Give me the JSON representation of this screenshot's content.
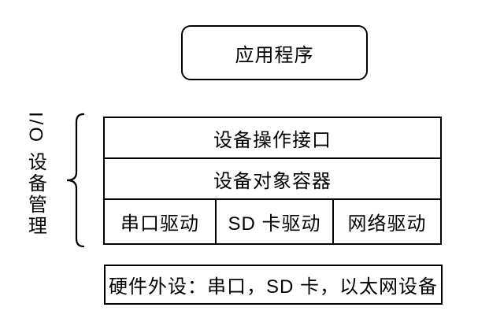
{
  "diagram": {
    "title_hint": "I/O device management architecture",
    "colors": {
      "stroke": "#000000",
      "background": "#ffffff",
      "text": "#000000"
    },
    "top_box": {
      "label": "应用程序"
    },
    "group": {
      "label": "I/O 设备管理"
    },
    "stack": {
      "layers": [
        {
          "label": "设备操作接口"
        },
        {
          "label": "设备对象容器"
        }
      ],
      "drivers": [
        {
          "label": "串口驱动"
        },
        {
          "label": "SD 卡驱动"
        },
        {
          "label": "网络驱动"
        }
      ]
    },
    "bottom_box": {
      "label": "硬件外设：串口，SD 卡，以太网设备"
    }
  }
}
